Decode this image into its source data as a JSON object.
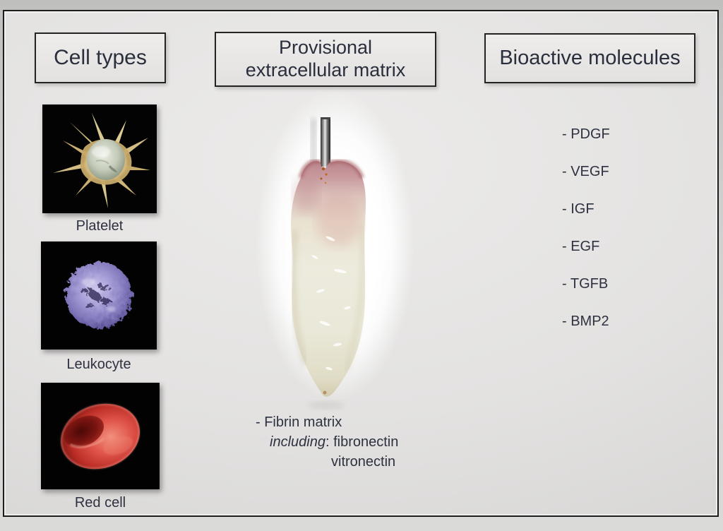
{
  "colors": {
    "frame_border": "#1d1d1d",
    "text": "#2e3140",
    "panel_background": "#e3e2e1"
  },
  "cell_types": {
    "title": "Cell types",
    "items": [
      {
        "label": "Platelet",
        "image": "platelet-micrograph"
      },
      {
        "label": "Leukocyte",
        "image": "leukocyte-micrograph"
      },
      {
        "label": "Red cell",
        "image": "red-cell-micrograph"
      }
    ]
  },
  "matrix": {
    "title_line1": "Provisional",
    "title_line2": "extracellular matrix",
    "image": "fibrin-clot-photo",
    "caption_line1": "- Fibrin matrix",
    "caption_including": "including",
    "caption_after_including": ": fibronectin",
    "caption_line3": "vitronectin"
  },
  "molecules": {
    "title": "Bioactive molecules",
    "items": [
      "- PDGF",
      "- VEGF",
      "- IGF",
      "- EGF",
      "- TGFB",
      "- BMP2"
    ]
  }
}
